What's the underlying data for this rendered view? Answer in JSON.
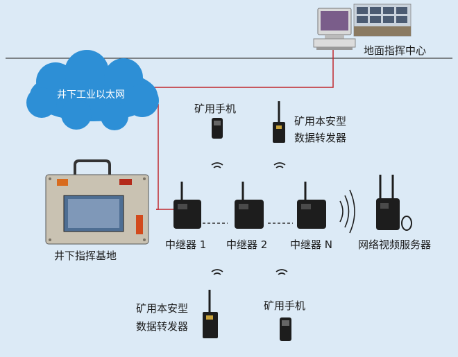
{
  "nodes": {
    "surface_center": "地面指挥中心",
    "underground_network": "井下工业以太网",
    "underground_base": "井下指挥基地",
    "mine_phone_top": "矿用手机",
    "data_transceiver_top_line1": "矿用本安型",
    "data_transceiver_top_line2": "数据转发器",
    "repeater_1": "中继器 1",
    "repeater_2": "中继器 2",
    "repeater_n": "中继器 N",
    "video_server": "网络视频服务器",
    "data_transceiver_bottom_line1": "矿用本安型",
    "data_transceiver_bottom_line2": "数据转发器",
    "mine_phone_bottom": "矿用手机"
  },
  "colors": {
    "background": "#dceaf6",
    "cloud": "#2d8fd6",
    "link_line": "#c0272d",
    "device": "#1d1d1d"
  }
}
